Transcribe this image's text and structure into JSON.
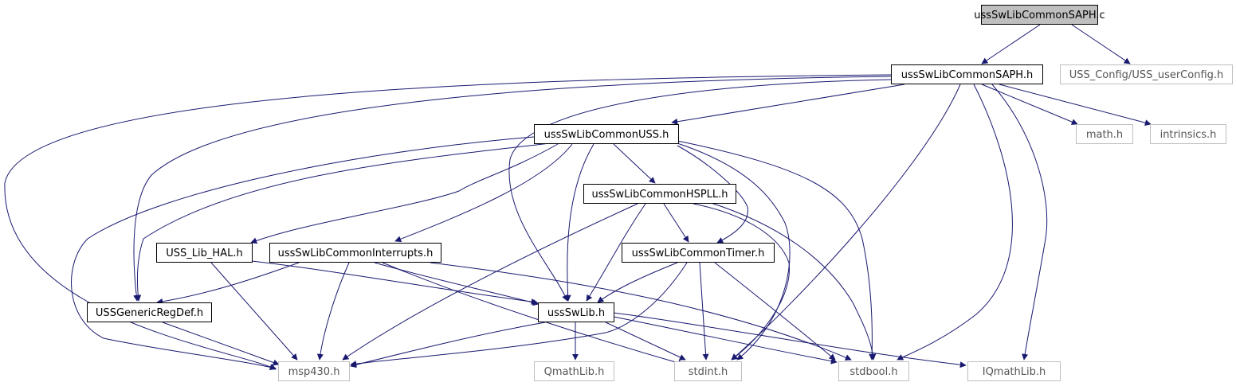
{
  "colors": {
    "edge": "#191970",
    "root_fill": "#bfbfbf",
    "node_fill": "#ffffff",
    "node_border": "#000000",
    "external_border": "#bfbfbf",
    "node_text": "#000000",
    "external_text": "#555555"
  },
  "nodes": [
    {
      "id": "saph_c",
      "label": "ussSwLibCommonSAPH.c",
      "kind": "root"
    },
    {
      "id": "saph_h",
      "label": "ussSwLibCommonSAPH.h",
      "kind": "local"
    },
    {
      "id": "userconfig",
      "label": "USS_Config/USS_userConfig.h",
      "kind": "external"
    },
    {
      "id": "uss_h",
      "label": "ussSwLibCommonUSS.h",
      "kind": "local"
    },
    {
      "id": "math_h",
      "label": "math.h",
      "kind": "external"
    },
    {
      "id": "intrinsics_h",
      "label": "intrinsics.h",
      "kind": "external"
    },
    {
      "id": "hspll_h",
      "label": "ussSwLibCommonHSPLL.h",
      "kind": "local"
    },
    {
      "id": "hal_h",
      "label": "USS_Lib_HAL.h",
      "kind": "local"
    },
    {
      "id": "interrupts_h",
      "label": "ussSwLibCommonInterrupts.h",
      "kind": "local"
    },
    {
      "id": "timer_h",
      "label": "ussSwLibCommonTimer.h",
      "kind": "local"
    },
    {
      "id": "regdef_h",
      "label": "USSGenericRegDef.h",
      "kind": "local"
    },
    {
      "id": "usslib_h",
      "label": "ussSwLib.h",
      "kind": "local"
    },
    {
      "id": "msp430_h",
      "label": "msp430.h",
      "kind": "external"
    },
    {
      "id": "qmath_h",
      "label": "QmathLib.h",
      "kind": "external"
    },
    {
      "id": "stdint_h",
      "label": "stdint.h",
      "kind": "external"
    },
    {
      "id": "stdbool_h",
      "label": "stdbool.h",
      "kind": "external"
    },
    {
      "id": "iqmath_h",
      "label": "IQmathLib.h",
      "kind": "external"
    }
  ],
  "edges": [
    {
      "from": "saph_c",
      "to": "saph_h"
    },
    {
      "from": "saph_c",
      "to": "userconfig"
    },
    {
      "from": "saph_h",
      "to": "uss_h"
    },
    {
      "from": "saph_h",
      "to": "math_h"
    },
    {
      "from": "saph_h",
      "to": "intrinsics_h"
    },
    {
      "from": "saph_h",
      "to": "msp430_h"
    },
    {
      "from": "saph_h",
      "to": "regdef_h"
    },
    {
      "from": "saph_h",
      "to": "usslib_h"
    },
    {
      "from": "saph_h",
      "to": "stdint_h"
    },
    {
      "from": "saph_h",
      "to": "stdbool_h"
    },
    {
      "from": "saph_h",
      "to": "iqmath_h"
    },
    {
      "from": "uss_h",
      "to": "hspll_h"
    },
    {
      "from": "uss_h",
      "to": "hal_h"
    },
    {
      "from": "uss_h",
      "to": "interrupts_h"
    },
    {
      "from": "uss_h",
      "to": "timer_h"
    },
    {
      "from": "uss_h",
      "to": "regdef_h"
    },
    {
      "from": "uss_h",
      "to": "usslib_h"
    },
    {
      "from": "uss_h",
      "to": "msp430_h"
    },
    {
      "from": "uss_h",
      "to": "stdint_h"
    },
    {
      "from": "uss_h",
      "to": "stdbool_h"
    },
    {
      "from": "hspll_h",
      "to": "timer_h"
    },
    {
      "from": "hspll_h",
      "to": "usslib_h"
    },
    {
      "from": "hspll_h",
      "to": "msp430_h"
    },
    {
      "from": "hspll_h",
      "to": "stdint_h"
    },
    {
      "from": "hspll_h",
      "to": "stdbool_h"
    },
    {
      "from": "hal_h",
      "to": "usslib_h"
    },
    {
      "from": "hal_h",
      "to": "msp430_h"
    },
    {
      "from": "interrupts_h",
      "to": "regdef_h"
    },
    {
      "from": "interrupts_h",
      "to": "usslib_h"
    },
    {
      "from": "interrupts_h",
      "to": "msp430_h"
    },
    {
      "from": "interrupts_h",
      "to": "stdint_h"
    },
    {
      "from": "interrupts_h",
      "to": "stdbool_h"
    },
    {
      "from": "timer_h",
      "to": "usslib_h"
    },
    {
      "from": "timer_h",
      "to": "msp430_h"
    },
    {
      "from": "timer_h",
      "to": "stdint_h"
    },
    {
      "from": "timer_h",
      "to": "stdbool_h"
    },
    {
      "from": "regdef_h",
      "to": "msp430_h"
    },
    {
      "from": "usslib_h",
      "to": "msp430_h"
    },
    {
      "from": "usslib_h",
      "to": "qmath_h"
    },
    {
      "from": "usslib_h",
      "to": "stdint_h"
    },
    {
      "from": "usslib_h",
      "to": "stdbool_h"
    },
    {
      "from": "usslib_h",
      "to": "iqmath_h"
    }
  ]
}
